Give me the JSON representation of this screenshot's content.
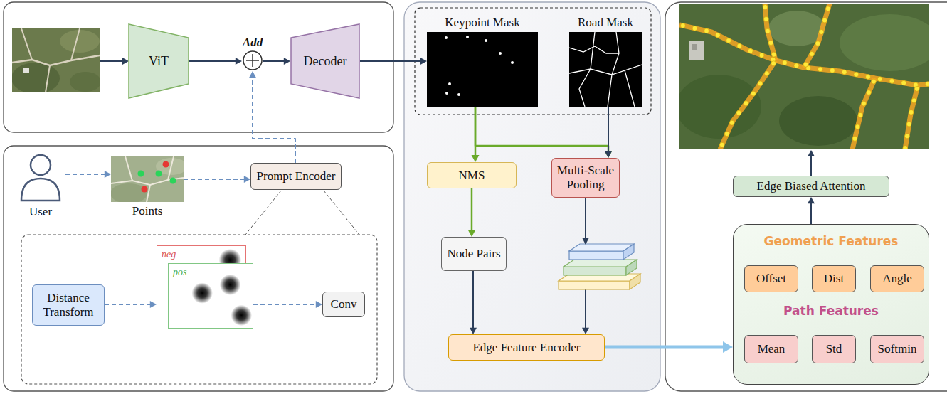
{
  "diagram": {
    "nodes": [
      {
        "text": [
          "ViT"
        ]
      },
      {
        "text": [
          "Add"
        ]
      },
      {
        "text": [
          "Decoder"
        ]
      },
      {
        "text": [
          "User"
        ]
      },
      {
        "text": [
          "Points"
        ]
      },
      {
        "text": [
          "Prompt Encoder"
        ]
      },
      {
        "text": [
          "Distance Transform"
        ]
      },
      {
        "text": [
          "neg"
        ]
      },
      {
        "text": [
          "pos"
        ]
      },
      {
        "text": [
          "Conv"
        ]
      },
      {
        "text": [
          "Keypoint Mask"
        ]
      },
      {
        "text": [
          "Road Mask"
        ]
      },
      {
        "text": [
          "NMS"
        ]
      },
      {
        "text": [
          "Multi-Scale Pooling"
        ]
      },
      {
        "text": [
          "Node Pairs"
        ]
      },
      {
        "text": [
          "Edge Feature Encoder"
        ]
      },
      {
        "text": [
          "Edge Biased Attention"
        ]
      },
      {
        "text": [
          "Geometric Features",
          "Path Features"
        ]
      },
      {
        "text": [
          "Offset"
        ],
        "in": 17
      },
      {
        "text": [
          "Dist"
        ],
        "in": 17
      },
      {
        "text": [
          "Angle"
        ],
        "in": 17
      },
      {
        "text": [
          "Mean"
        ],
        "in": 17
      },
      {
        "text": [
          "Std"
        ],
        "in": 17
      },
      {
        "text": [
          "Softmin"
        ],
        "in": 17
      }
    ],
    "edges": [
      {
        "from": 0,
        "to": 1,
        "arrow": "to"
      },
      {
        "from": 1,
        "to": 2,
        "arrow": "to"
      },
      {
        "from": 2,
        "to": 10,
        "arrow": "to"
      },
      {
        "from": 3,
        "to": 4,
        "arrow": "to"
      },
      {
        "from": 4,
        "to": 5,
        "arrow": "to"
      },
      {
        "from": 5,
        "to": 1,
        "arrow": "to"
      },
      {
        "from": 6,
        "to": 7,
        "arrow": "to"
      },
      {
        "from": 8,
        "to": 9,
        "arrow": "to"
      },
      {
        "from": 10,
        "to": 12,
        "arrow": "to"
      },
      {
        "from": 10,
        "to": 13,
        "arrow": "to"
      },
      {
        "from": 11,
        "to": 13,
        "arrow": "to"
      },
      {
        "from": 12,
        "to": 14,
        "arrow": "to"
      },
      {
        "from": 14,
        "to": 15,
        "arrow": "to"
      },
      {
        "from": 13,
        "to": 15,
        "arrow": "to"
      },
      {
        "from": 15,
        "to": 17,
        "arrow": "to"
      },
      {
        "from": 17,
        "to": 16,
        "arrow": "to"
      }
    ]
  }
}
